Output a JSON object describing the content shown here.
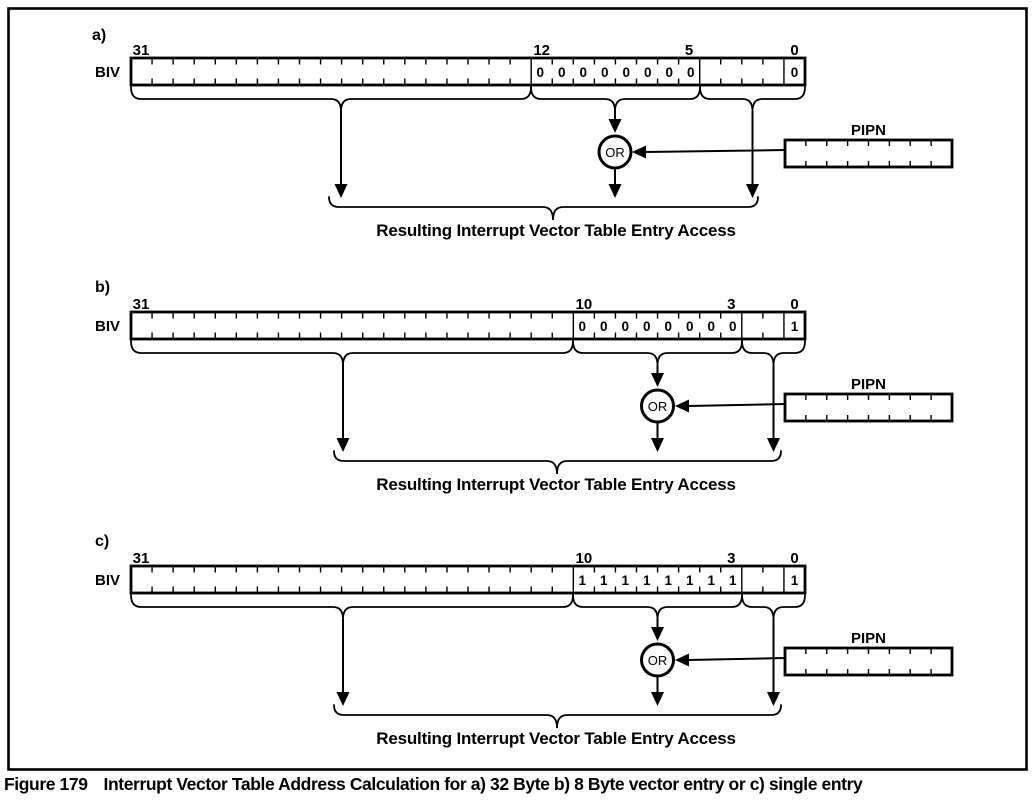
{
  "colors": {
    "ink": "#000000",
    "background": "#ffffff"
  },
  "labels": {
    "register": "BIV",
    "or": "OR",
    "pipn": "PIPN",
    "result": "Resulting Interrupt Vector Table Entry Access",
    "bit31": "31",
    "bit0": "0"
  },
  "diagrams": [
    {
      "tag": "a)",
      "field_high_bit": "12",
      "field_low_bit": "5",
      "field_bits": "0 0 0 0 0 0 0 0",
      "bit0_value": "0"
    },
    {
      "tag": "b)",
      "field_high_bit": "10",
      "field_low_bit": "3",
      "field_bits": "0 0 0 0 0 0 0 0",
      "bit0_value": "1"
    },
    {
      "tag": "c)",
      "field_high_bit": "10",
      "field_low_bit": "3",
      "field_bits": "1 1 1 1 1 1 1 1",
      "bit0_value": "1"
    }
  ],
  "figure": {
    "caption_number": "Figure 179",
    "caption_text": "Interrupt Vector Table Address Calculation for a) 32 Byte b) 8 Byte vector entry or c) single entry"
  }
}
